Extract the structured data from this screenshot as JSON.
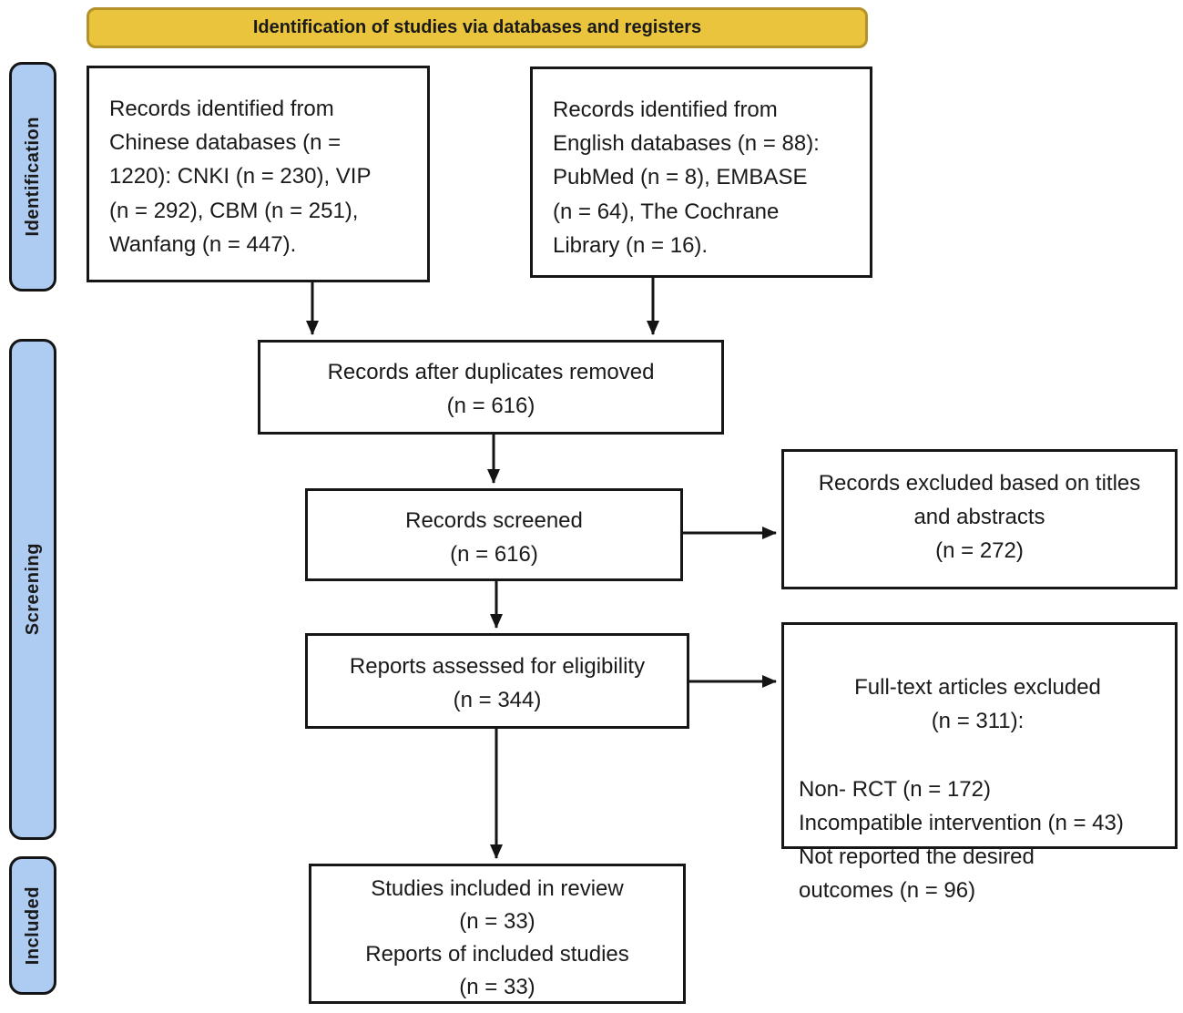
{
  "colors": {
    "background": "#ffffff",
    "text_color": "#1a1a1a",
    "banner_fill": "#e9c43c",
    "banner_border": "#b5912a",
    "stage_fill": "#aecbf1",
    "stage_border": "#141414",
    "box_border": "#161616"
  },
  "banner": {
    "label": "Identification of studies via databases and registers"
  },
  "stages": [
    {
      "label": "Identification"
    },
    {
      "label": "Screening"
    },
    {
      "label": "Included"
    }
  ],
  "boxes": {
    "chinese": {
      "text": "Records identified from\nChinese databases (n =\n1220):  CNKI (n = 230), VIP\n(n = 292), CBM (n = 251),\nWanfang (n = 447)."
    },
    "english": {
      "text": "Records identified from\nEnglish databases (n = 88):\nPubMed (n = 8), EMBASE\n(n = 64),  The Cochrane\nLibrary (n = 16)."
    },
    "duplicates_removed": {
      "text": "Records after duplicates removed\n(n = 616)"
    },
    "records_screened": {
      "text": "Records screened\n(n = 616)"
    },
    "excluded_titles_abstracts": {
      "text": "Records excluded based on titles\nand abstracts\n(n = 272)"
    },
    "reports_assessed": {
      "text": "Reports assessed for eligibility\n(n = 344)"
    },
    "fulltext_excluded": {
      "title": "Full-text articles excluded\n(n = 311):",
      "details": "Non- RCT (n = 172)\nIncompatible intervention (n = 43)\nNot reported the desired\noutcomes (n = 96)"
    },
    "studies_included": {
      "text": "Studies included in review\n(n = 33)\nReports of included studies\n(n = 33)"
    }
  }
}
